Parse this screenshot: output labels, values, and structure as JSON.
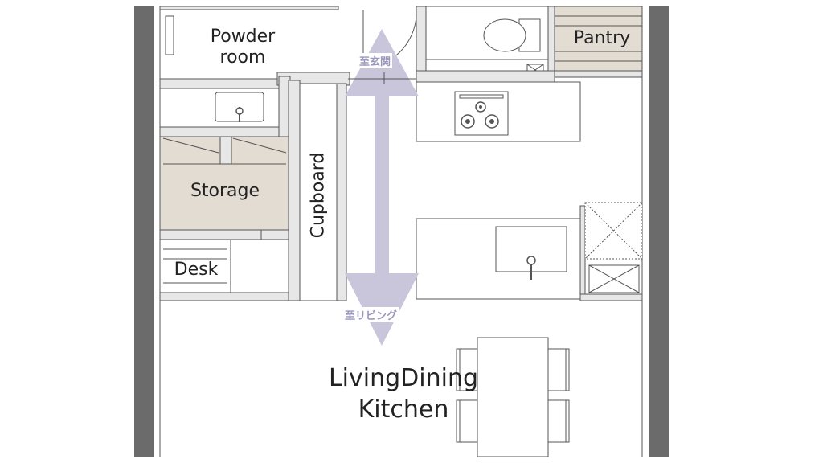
{
  "rooms": {
    "powder_room": "Powder\nroom",
    "pantry": "Pantry",
    "storage": "Storage",
    "cupboard": "Cupboard",
    "desk": "Desk",
    "ldk_line1": "LivingDining",
    "ldk_line2": "Kitchen"
  },
  "directions": {
    "to_entrance": "至玄関",
    "to_living": "至リビング"
  },
  "colors": {
    "wall": "#6b6b6b",
    "partition": "#e7e7e7",
    "line": "#555555",
    "storage_fill": "#e3dcd3",
    "arrow": "#c9c6dc",
    "direction_text": "#9a97bd"
  }
}
